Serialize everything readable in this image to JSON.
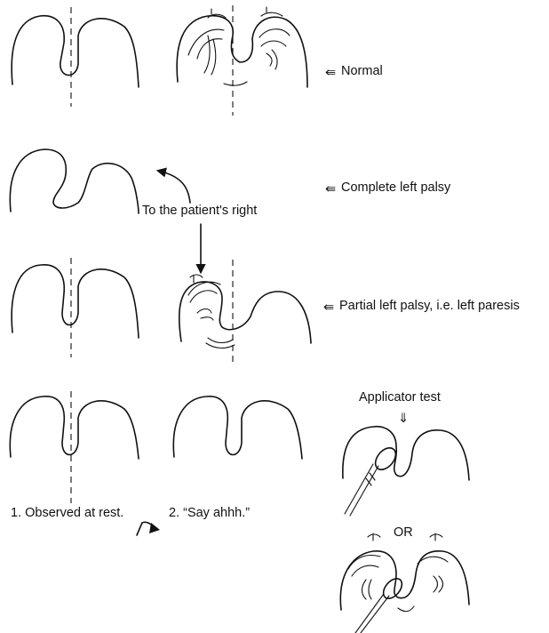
{
  "labels": {
    "normal": "Normal",
    "complete_left_palsy": "Complete left palsy",
    "partial_left_palsy": "Partial left palsy, i.e. left paresis",
    "to_patient_right": "To the patient's right",
    "applicator_test": "Applicator test",
    "observed_at_rest": "1. Observed at rest.",
    "say_ahhh": "2. “Say ahhh.”",
    "or": "OR"
  },
  "icons": {
    "pointer": "left-pointing-outline-arrow-icon",
    "down": "down-outline-arrow-icon",
    "sequence": "curved-bold-arrow-icon"
  }
}
